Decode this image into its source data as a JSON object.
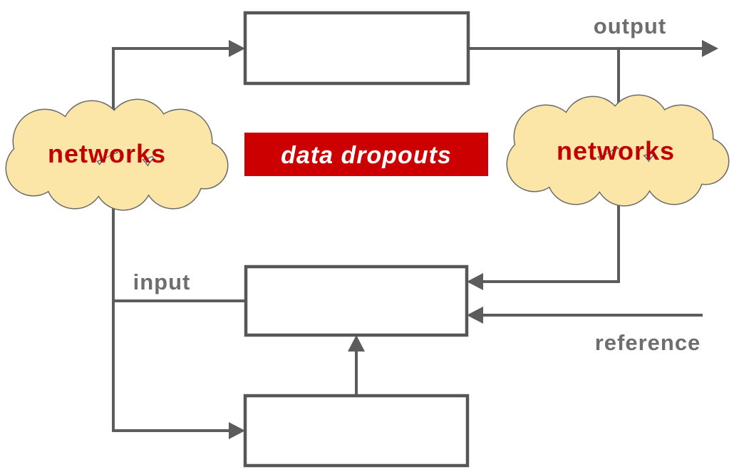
{
  "diagram": {
    "type": "block-diagram",
    "badge": {
      "label": "data dropouts"
    },
    "clouds": [
      {
        "label": "networks"
      },
      {
        "label": "networks"
      }
    ],
    "labels": {
      "output": "output",
      "input": "input",
      "reference": "reference"
    },
    "colors": {
      "connector_line": "#5c5c5c",
      "block_border": "#565656",
      "gray_label_text": "#6e6e6e",
      "badge_bg": "#cc0000",
      "badge_text": "#ffffff",
      "cloud_fill": "#fbe6a7",
      "cloud_stroke": "#6b6b6b",
      "networks_text": "#c00000"
    }
  }
}
